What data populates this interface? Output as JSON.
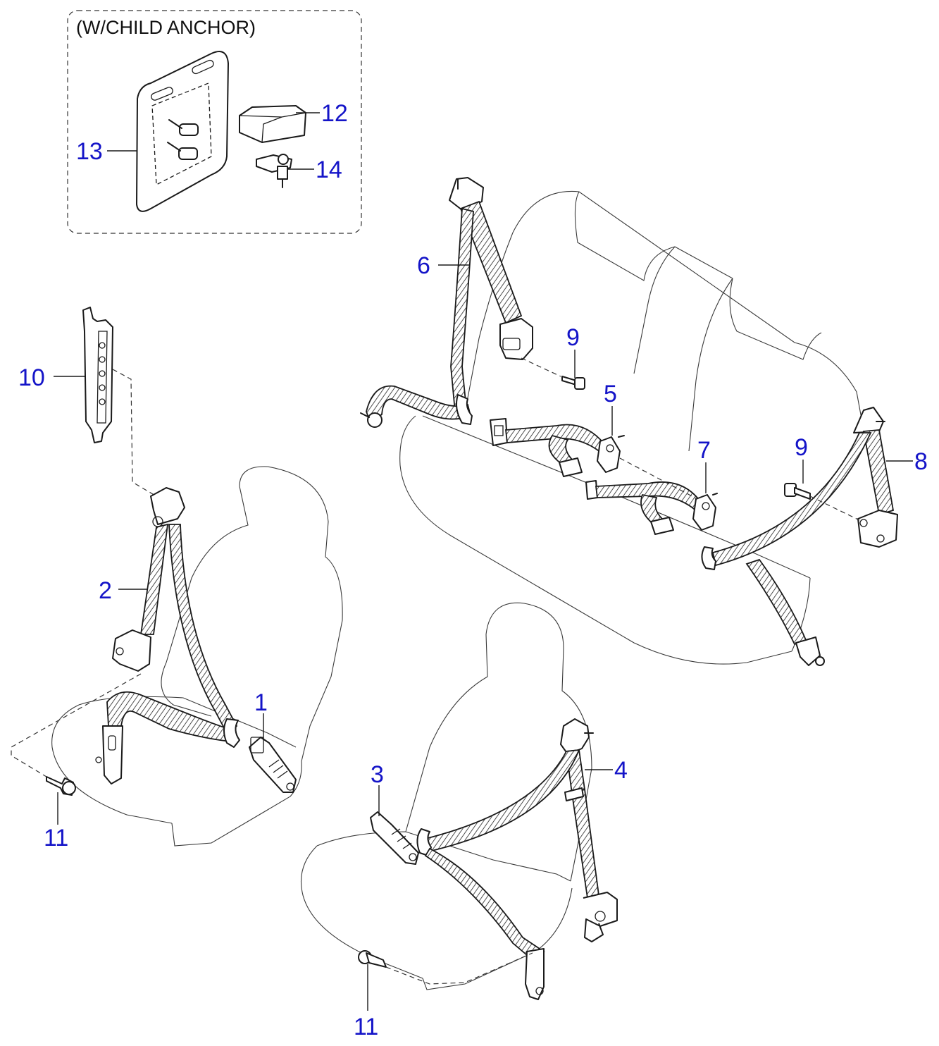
{
  "inset": {
    "label": "(W/CHILD ANCHOR)"
  },
  "callouts": [
    {
      "id": "c1",
      "text": "1"
    },
    {
      "id": "c2",
      "text": "2"
    },
    {
      "id": "c3",
      "text": "3"
    },
    {
      "id": "c4",
      "text": "4"
    },
    {
      "id": "c5",
      "text": "5"
    },
    {
      "id": "c6",
      "text": "6"
    },
    {
      "id": "c7",
      "text": "7"
    },
    {
      "id": "c8",
      "text": "8"
    },
    {
      "id": "c9a",
      "text": "9"
    },
    {
      "id": "c9b",
      "text": "9"
    },
    {
      "id": "c10",
      "text": "10"
    },
    {
      "id": "c11a",
      "text": "11"
    },
    {
      "id": "c11b",
      "text": "11"
    },
    {
      "id": "c12",
      "text": "12"
    },
    {
      "id": "c13",
      "text": "13"
    },
    {
      "id": "c14",
      "text": "14"
    }
  ],
  "colors": {
    "callout": "#1414c8",
    "line": "#1a1a1a"
  }
}
